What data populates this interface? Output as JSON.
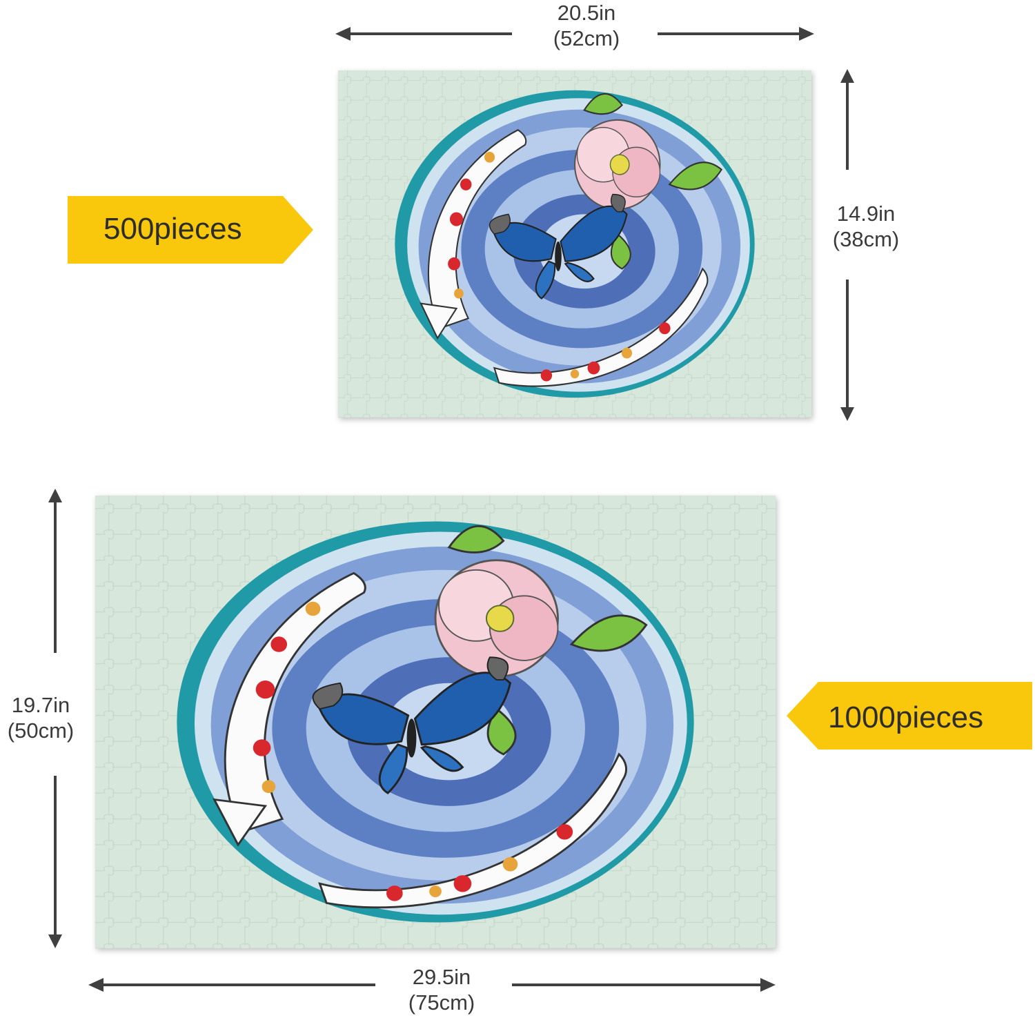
{
  "small": {
    "label": "500pieces",
    "width_in": "20.5in",
    "width_cm": "(52cm)",
    "height_in": "14.9in",
    "height_cm": "(38cm)"
  },
  "large": {
    "label": "1000pieces",
    "width_in": "29.5in",
    "width_cm": "(75cm)",
    "height_in": "19.7in",
    "height_cm": "(50cm)"
  },
  "colors": {
    "tag": "#f9c70c",
    "puzzle_bg": "#d8e7dc",
    "arrow": "#404040"
  }
}
